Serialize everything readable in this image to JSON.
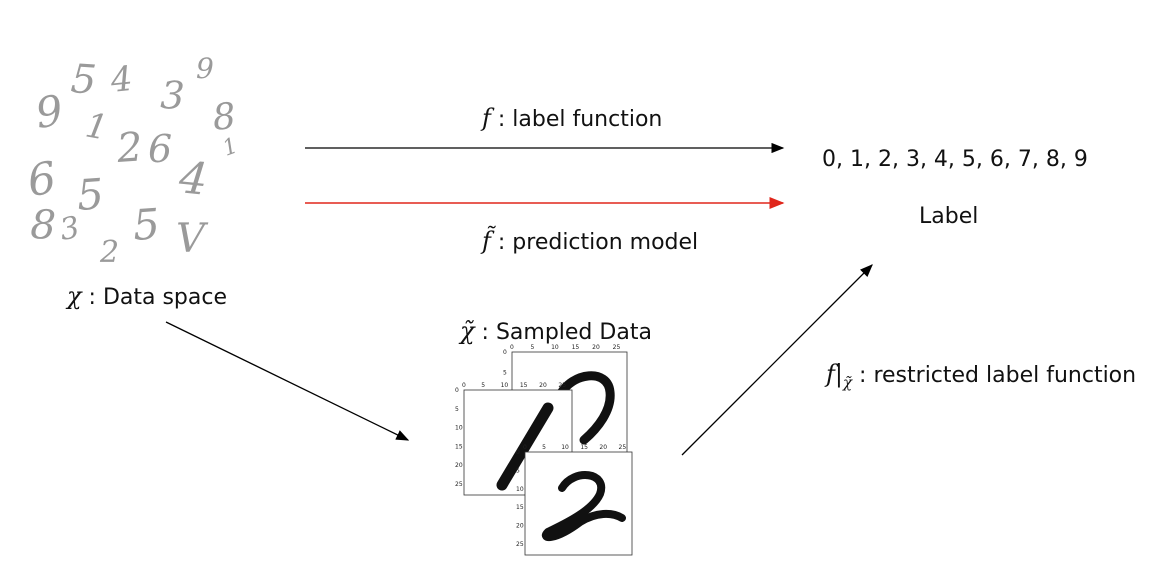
{
  "top_arrow": {
    "symbol": "f",
    "text": " : label function"
  },
  "red_arrow": {
    "symbol": "f̃",
    "text": " : prediction model"
  },
  "labels_set": "0, 1, 2, 3, 4, 5, 6, 7, 8, 9",
  "label_caption": "Label",
  "data_space": {
    "symbol": "χ",
    "text": " : Data space"
  },
  "sampled_data": {
    "symbol": "χ̃",
    "text": " : Sampled Data"
  },
  "restricted": {
    "symbol": "f|",
    "subscript": "χ̃",
    "text": " : restricted label function"
  },
  "scatter_digits": [
    "9",
    "5",
    "4",
    "3",
    "9",
    "1",
    "8",
    "2",
    "6",
    "6",
    "4",
    "5",
    "8",
    "3",
    "2",
    "5",
    "V",
    "1"
  ],
  "axis_ticks": [
    "0",
    "5",
    "10",
    "15",
    "20",
    "25"
  ],
  "colors": {
    "arrow_black": "#000000",
    "arrow_red": "#e0261b"
  }
}
